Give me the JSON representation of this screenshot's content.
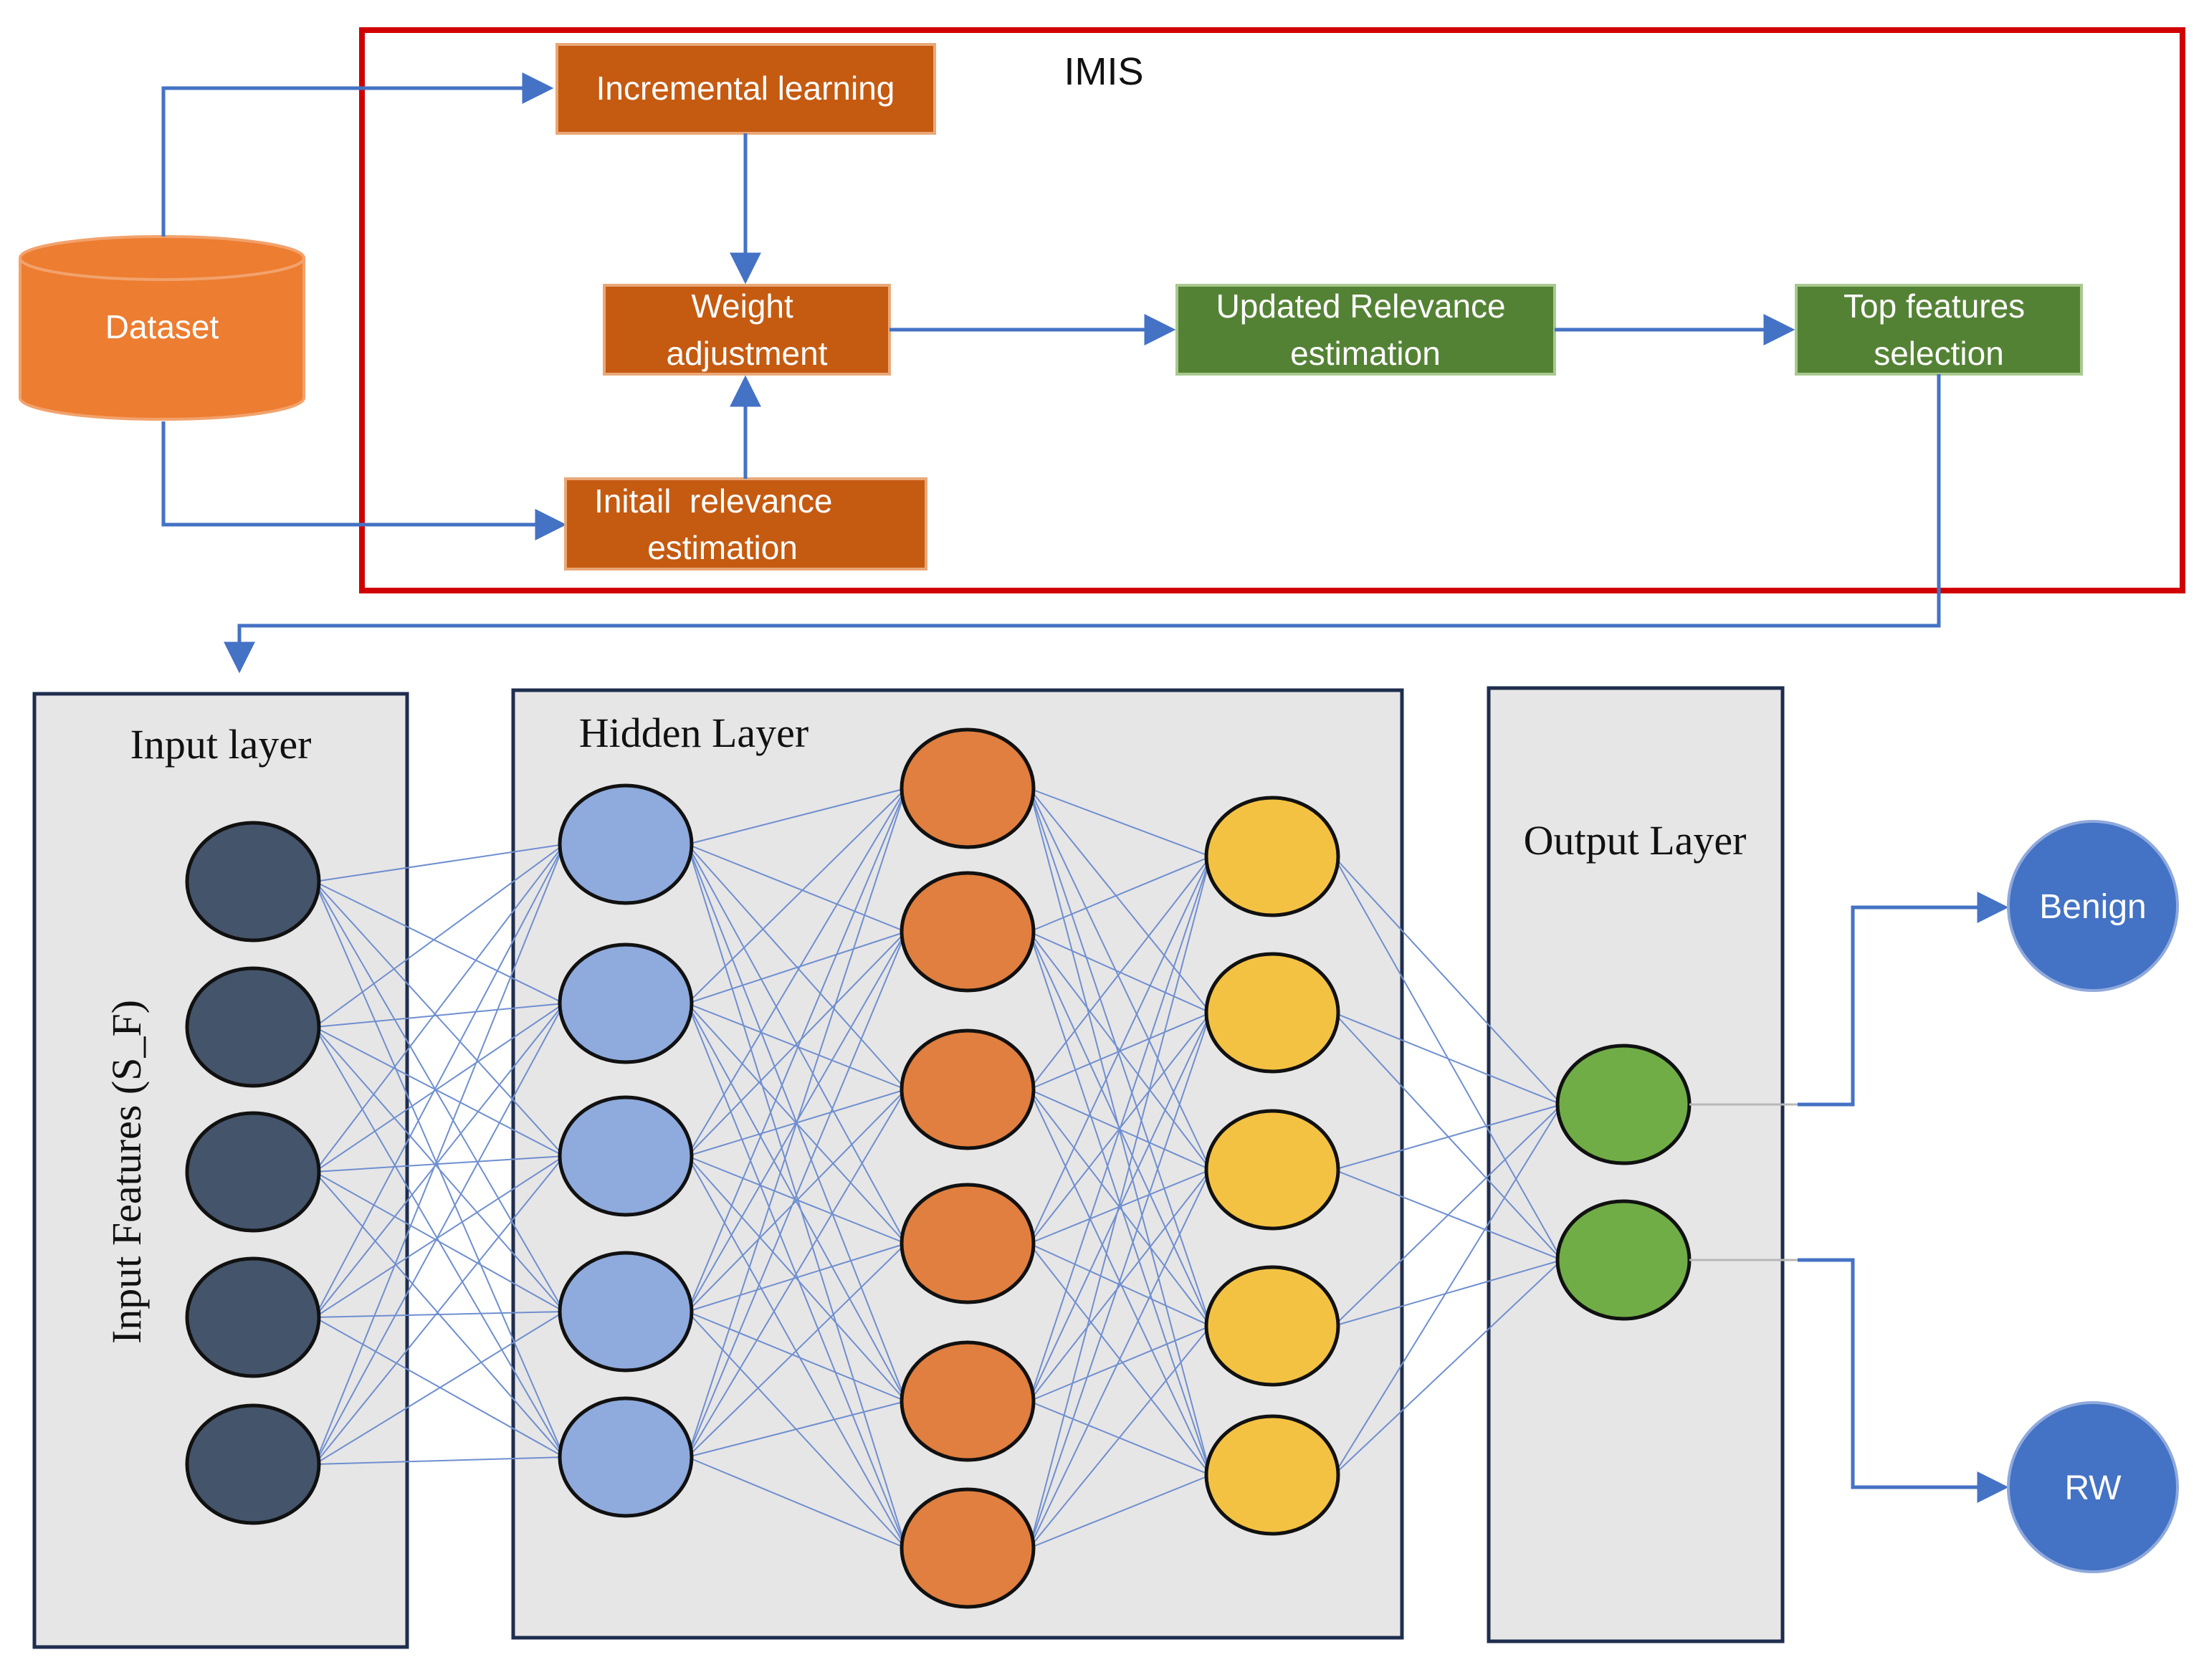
{
  "imis": {
    "title": "IMIS",
    "dataset_label": "Dataset",
    "incremental_learning": "Incremental learning",
    "weight_adjustment": [
      "Weight",
      "adjustment"
    ],
    "initial_relevance": [
      "Initail  relevance",
      "estimation"
    ],
    "updated_relevance": [
      "Updated Relevance",
      "estimation"
    ],
    "top_features": [
      "Top features",
      "selection"
    ]
  },
  "network": {
    "input_layer_title": "Input layer",
    "input_features_label": "Input Features (S_F)",
    "hidden_layer_title": "Hidden Layer",
    "output_layer_title": "Output Layer",
    "layer_sizes": [
      5,
      5,
      6,
      5,
      2
    ],
    "node_colors": [
      "#44546a",
      "#8faadc",
      "#e07f3f",
      "#f4c242",
      "#70ad47"
    ]
  },
  "outputs": {
    "benign": "Benign",
    "rw": "RW"
  },
  "colors": {
    "orange_box": "#c55a11",
    "green_box": "#548235",
    "dataset": "#ed7d31",
    "imis_border": "#d00000",
    "arrow": "#4472c4",
    "output_circle": "#4472c4",
    "panel": "#e7e6e6",
    "panel_border": "#1f2d4d"
  }
}
